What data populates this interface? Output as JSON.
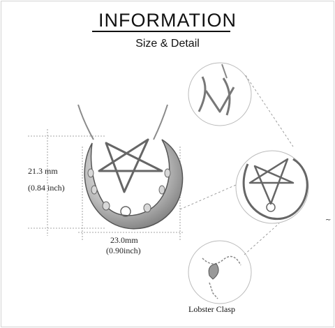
{
  "header": {
    "title": "INFORMATION",
    "subtitle": "Size & Detail"
  },
  "dimensions": {
    "height_mm": "21.3 mm",
    "height_inch": "(0.84 inch)",
    "width_mm": "23.0mm",
    "width_inch": "(0.90inch)"
  },
  "details": {
    "clasp_label": "Lobster  Clasp"
  },
  "colors": {
    "text": "#111111",
    "guide": "#888888",
    "metal": "#9a9a9a",
    "metal_dark": "#555555"
  }
}
